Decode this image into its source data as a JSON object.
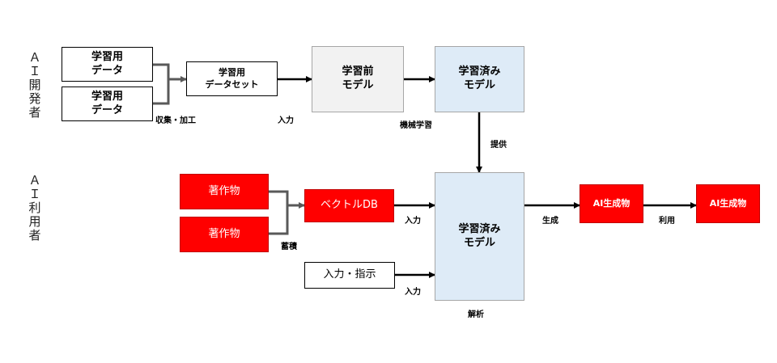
{
  "side_labels": {
    "developer": "Ａ\nＩ\n開\n発\n者",
    "user": "Ａ\nＩ\n利\n用\n者"
  },
  "nodes": {
    "training_data_1": "学習用\nデータ",
    "training_data_2": "学習用\nデータ",
    "training_dataset": "学習用\nデータセット",
    "pre_training_model": "学習前\nモデル",
    "trained_model_top": "学習済み\nモデル",
    "copyrighted_work_1": "著作物",
    "copyrighted_work_2": "著作物",
    "vector_db": "ベクトルDB",
    "input_instruction": "入力・指示",
    "trained_model_bottom": "学習済み\nモデル",
    "ai_output_1": "AI生成物",
    "ai_output_2": "AI生成物"
  },
  "edge_labels": {
    "collect_process": "収集・加工",
    "input_top": "入力",
    "machine_learning": "機械学習",
    "provide": "提供",
    "accumulate": "蓄積",
    "input_vector": "入力",
    "input_instruction": "入力",
    "analysis": "解析",
    "generate": "生成",
    "use": "利用"
  }
}
